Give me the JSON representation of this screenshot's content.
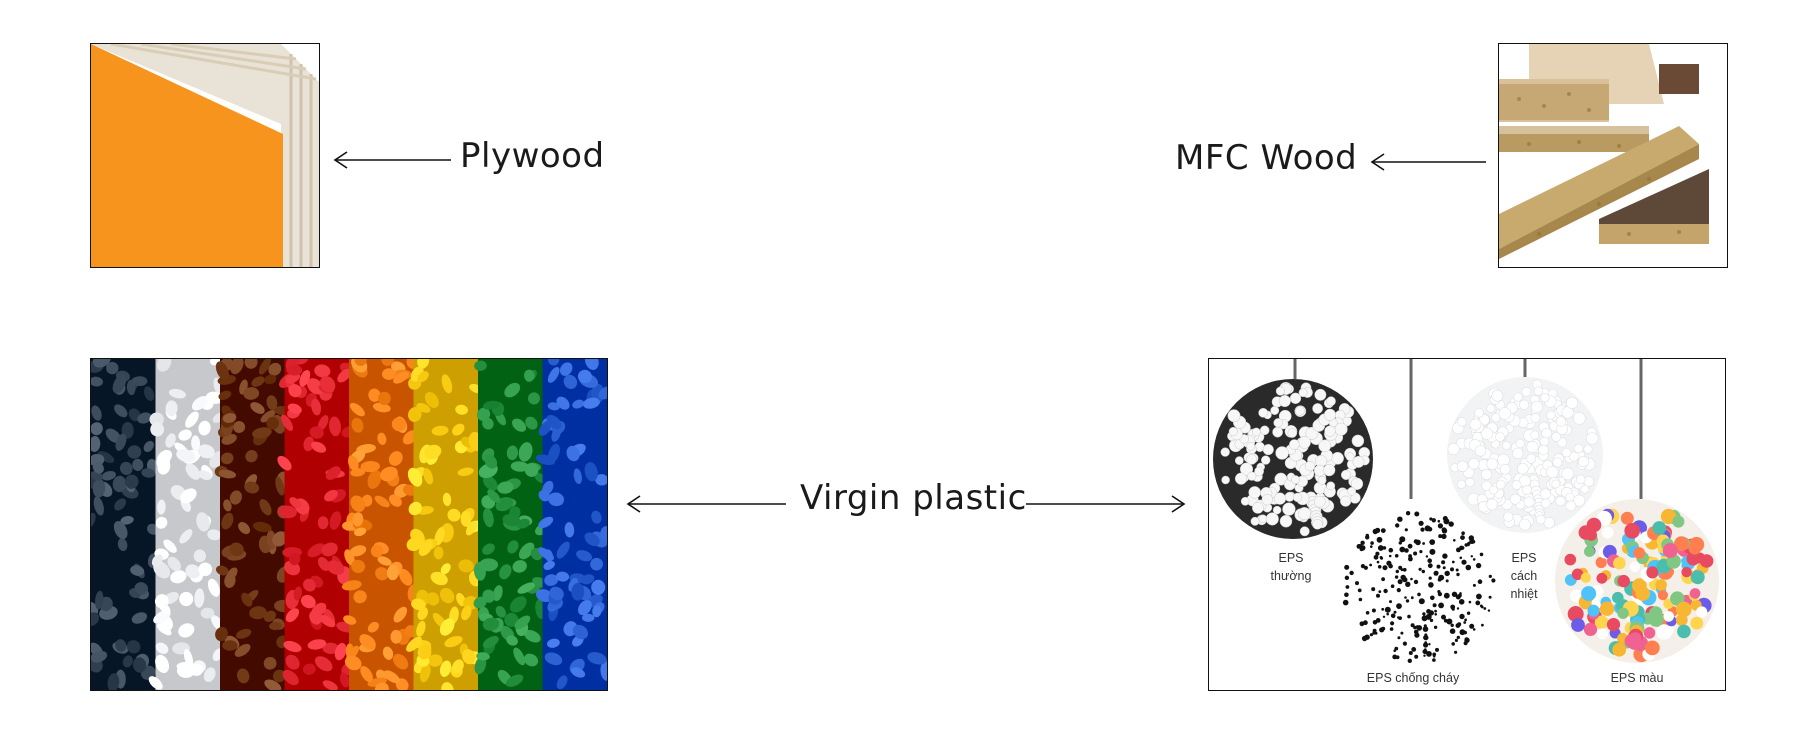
{
  "materials": {
    "plywood": {
      "label": "Plywood",
      "color": "#F7941D"
    },
    "mfc": {
      "label": "MFC Wood"
    },
    "virgin_plastic": {
      "label": "Virgin plastic"
    }
  },
  "eps": {
    "normal": {
      "line1": "EPS",
      "line2": "thường"
    },
    "fireproof": {
      "label": "EPS chống cháy"
    },
    "insulation": {
      "line1": "EPS",
      "line2": "cách",
      "line3": "nhiệt"
    },
    "color": {
      "label": "EPS màu"
    }
  },
  "pellet_colors": [
    "#2f3e4f",
    "#eef0f3",
    "#6b3310",
    "#d9202a",
    "#f07c12",
    "#f5c70f",
    "#1e8a3a",
    "#2257c9"
  ]
}
